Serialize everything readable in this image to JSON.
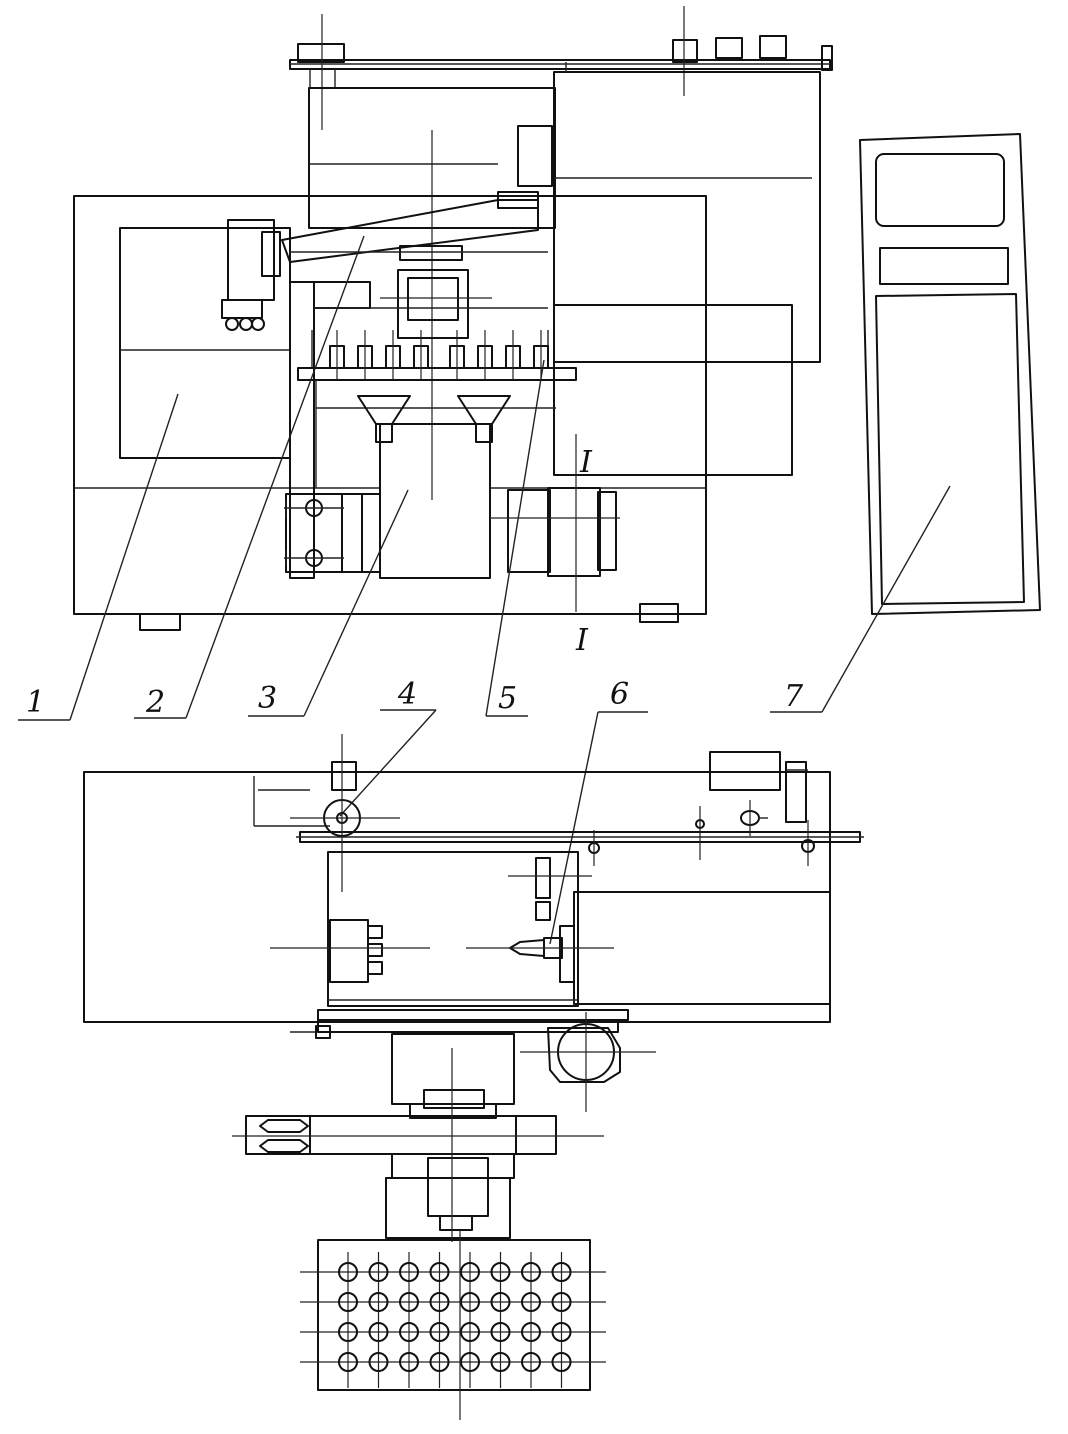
{
  "labels": {
    "l1": "1",
    "l2": "2",
    "l3": "3",
    "l4": "4",
    "l5": "5",
    "l6": "6",
    "l7": "7"
  },
  "section": {
    "top": "I",
    "bottom": "I"
  },
  "magazine": {
    "rows": 4,
    "cols": 8
  }
}
